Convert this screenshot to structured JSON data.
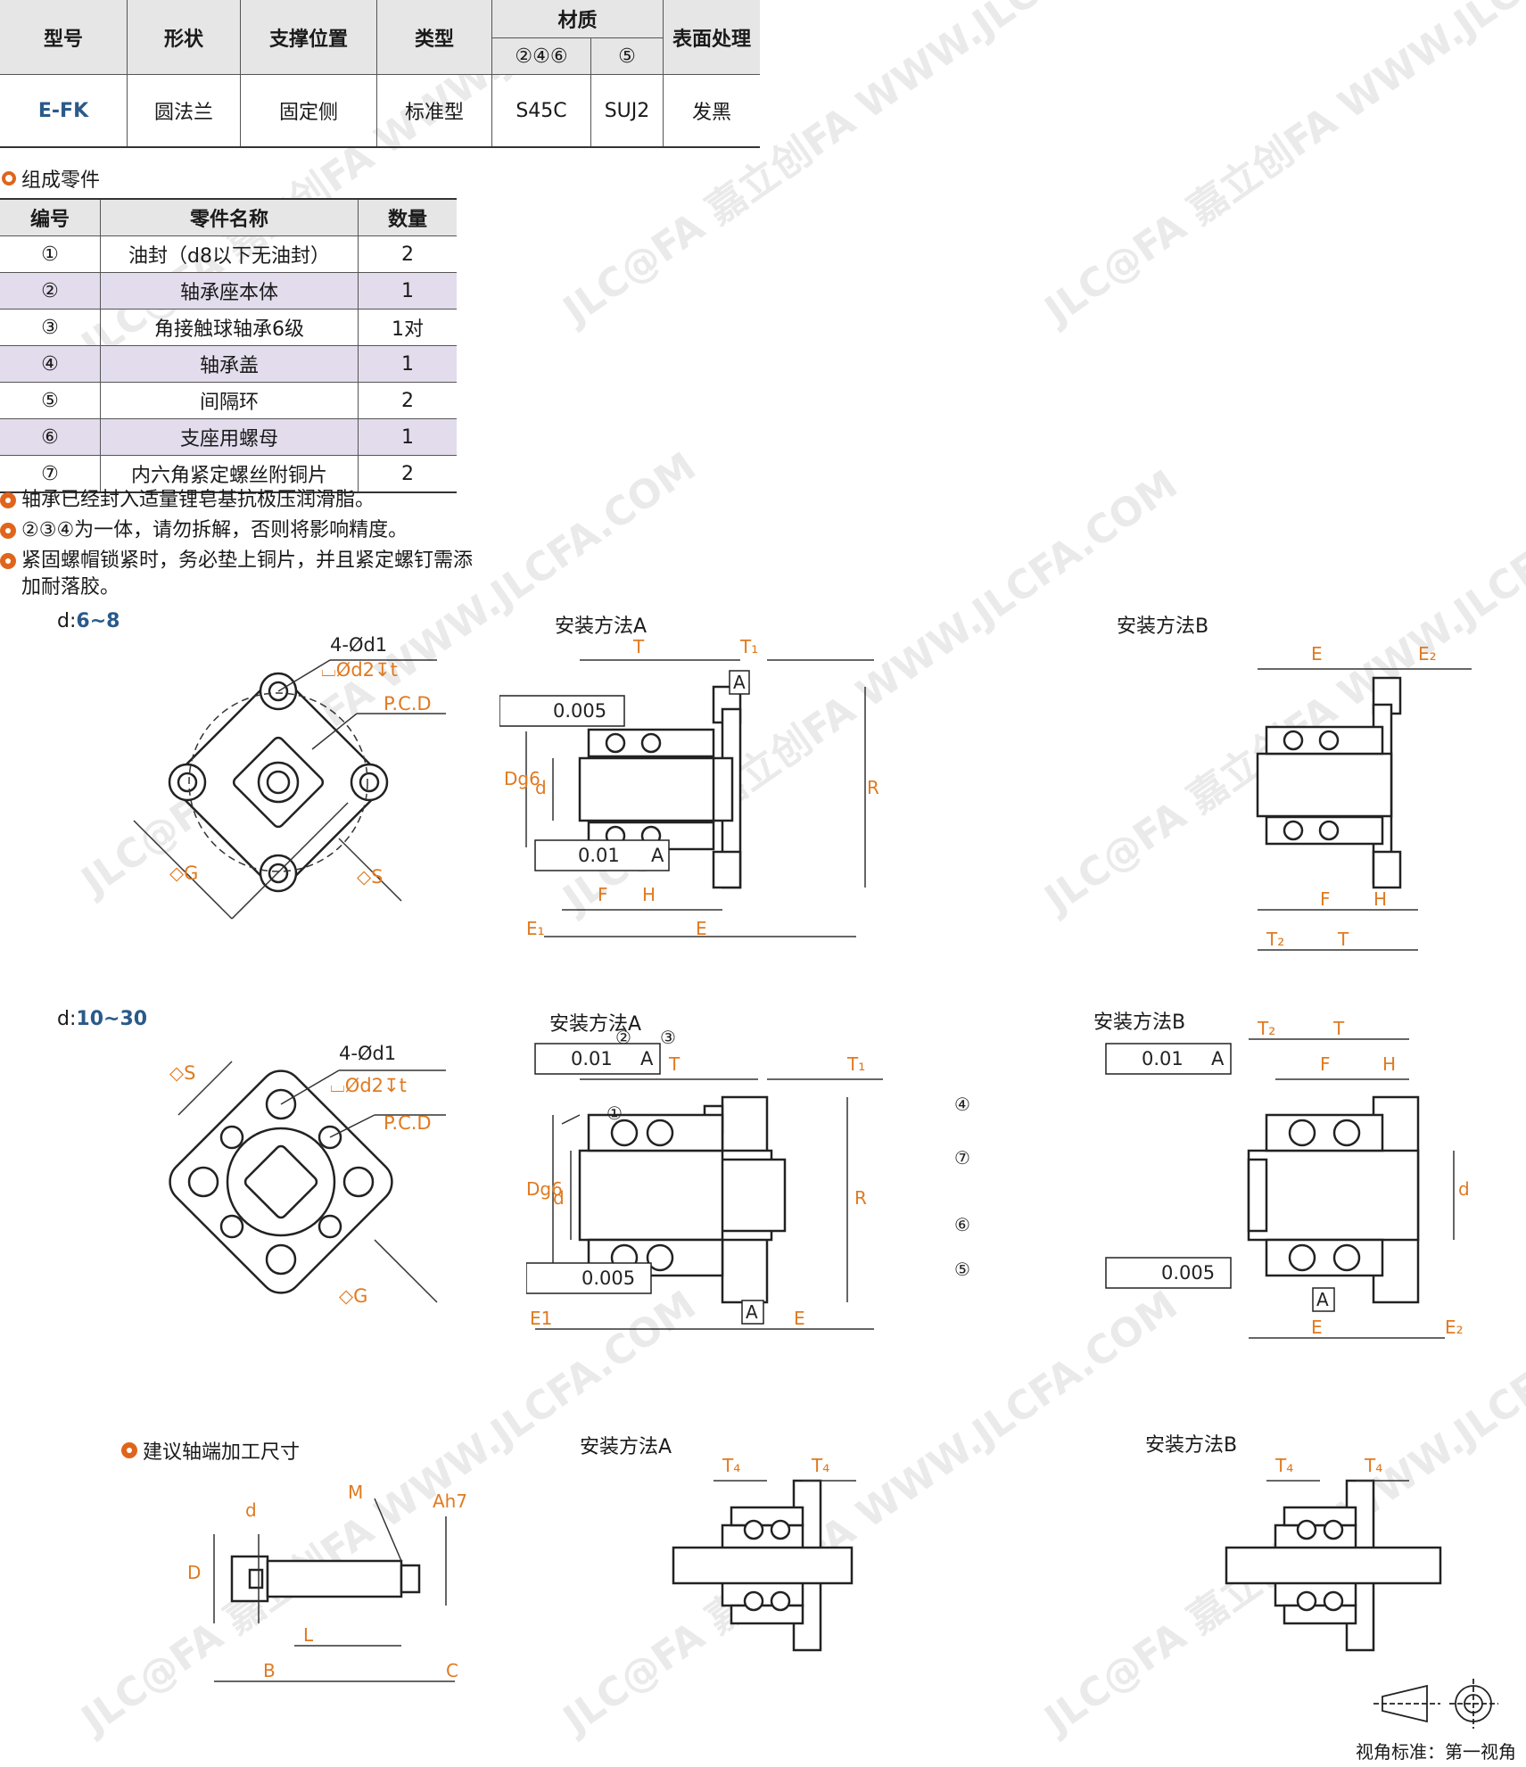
{
  "spec_table": {
    "headers": [
      "型号",
      "形状",
      "支撑位置",
      "类型",
      "材质",
      "表面处理"
    ],
    "material_sub": [
      "②④⑥",
      "⑤"
    ],
    "row": [
      "E-FK",
      "圆法兰",
      "固定侧",
      "标准型",
      "S45C",
      "SUJ2",
      "发黑"
    ]
  },
  "parts": {
    "title": "组成零件",
    "headers": [
      "编号",
      "零件名称",
      "数量"
    ],
    "rows": [
      [
        "①",
        "油封（d8以下无油封）",
        "2"
      ],
      [
        "②",
        "轴承座本体",
        "1"
      ],
      [
        "③",
        "角接触球轴承6级",
        "1对"
      ],
      [
        "④",
        "轴承盖",
        "1"
      ],
      [
        "⑤",
        "间隔环",
        "2"
      ],
      [
        "⑥",
        "支座用螺母",
        "1"
      ],
      [
        "⑦",
        "内六角紧定螺丝附铜片",
        "2"
      ]
    ]
  },
  "notes": [
    "轴承已经封入适量锂皂基抗极压润滑脂。",
    "②③④为一体，请勿拆解，否则将影响精度。",
    "紧固螺帽锁紧时，务必垫上铜片，并且紧定螺钉需添加耐落胶。"
  ],
  "drawings": {
    "d_prefix": "d:",
    "range1": "6~8",
    "range2": "10~30",
    "method_a": "安装方法A",
    "method_b": "安装方法B",
    "shaft_title": "建议轴端加工尺寸",
    "hole_label": "4-Ød1",
    "cbore_label": "⌴Ød2↧t",
    "pcd": "P.C.D",
    "sq_g": "◇G",
    "sq_s": "◇S",
    "tol_flat": "0.005",
    "tol_perp": "0.01",
    "datum": "A",
    "dims": {
      "T": "T",
      "T1": "T₁",
      "T2": "T₂",
      "T4": "T₄",
      "E": "E",
      "E1": "E₁",
      "E1b": "E1",
      "E2": "E₂",
      "F": "F",
      "H": "H",
      "R": "R",
      "d": "d",
      "Dg6": "Dg6",
      "D": "D",
      "M": "M",
      "Ah7": "Ah7",
      "L": "L",
      "B": "B",
      "C": "C"
    },
    "callouts": [
      "①",
      "②",
      "③",
      "④",
      "⑤",
      "⑥",
      "⑦"
    ]
  },
  "footer": {
    "view_standard": "视角标准：第一视角"
  },
  "watermark": "JLC@FA 嘉立创FA WWW.JLCFA.COM"
}
